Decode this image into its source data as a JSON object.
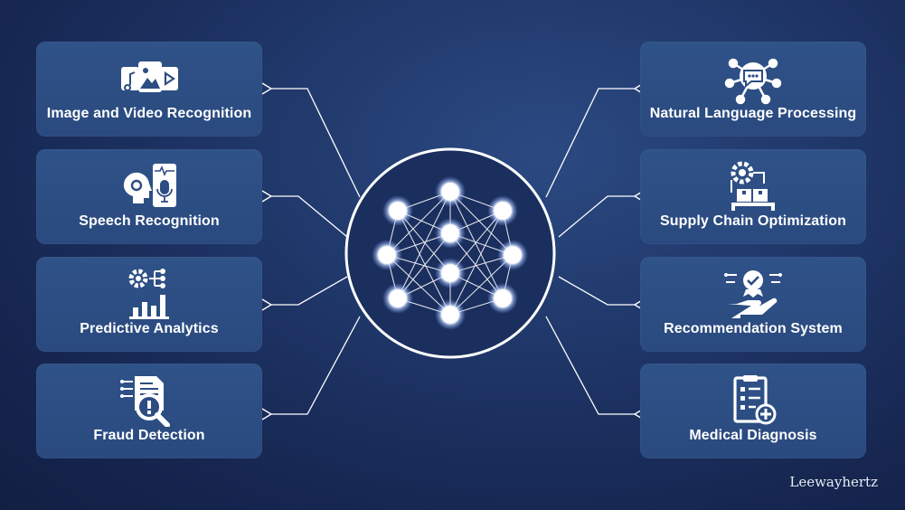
{
  "cards_left": [
    {
      "label": "Image and Video Recognition",
      "icon": "media-icon"
    },
    {
      "label": "Speech Recognition",
      "icon": "speech-icon"
    },
    {
      "label": "Predictive Analytics",
      "icon": "analytics-icon"
    },
    {
      "label": "Fraud Detection",
      "icon": "fraud-icon"
    }
  ],
  "cards_right": [
    {
      "label": "Natural Language Processing",
      "icon": "nlp-icon"
    },
    {
      "label": "Supply Chain Optimization",
      "icon": "supply-chain-icon"
    },
    {
      "label": "Recommendation System",
      "icon": "recommendation-icon"
    },
    {
      "label": "Medical Diagnosis",
      "icon": "medical-icon"
    }
  ],
  "brand": "Leewayhertz",
  "colors": {
    "background": "#1f3668",
    "card": "#2c4c82",
    "line": "#ffffff",
    "node_glow": "#9fc1ff"
  }
}
